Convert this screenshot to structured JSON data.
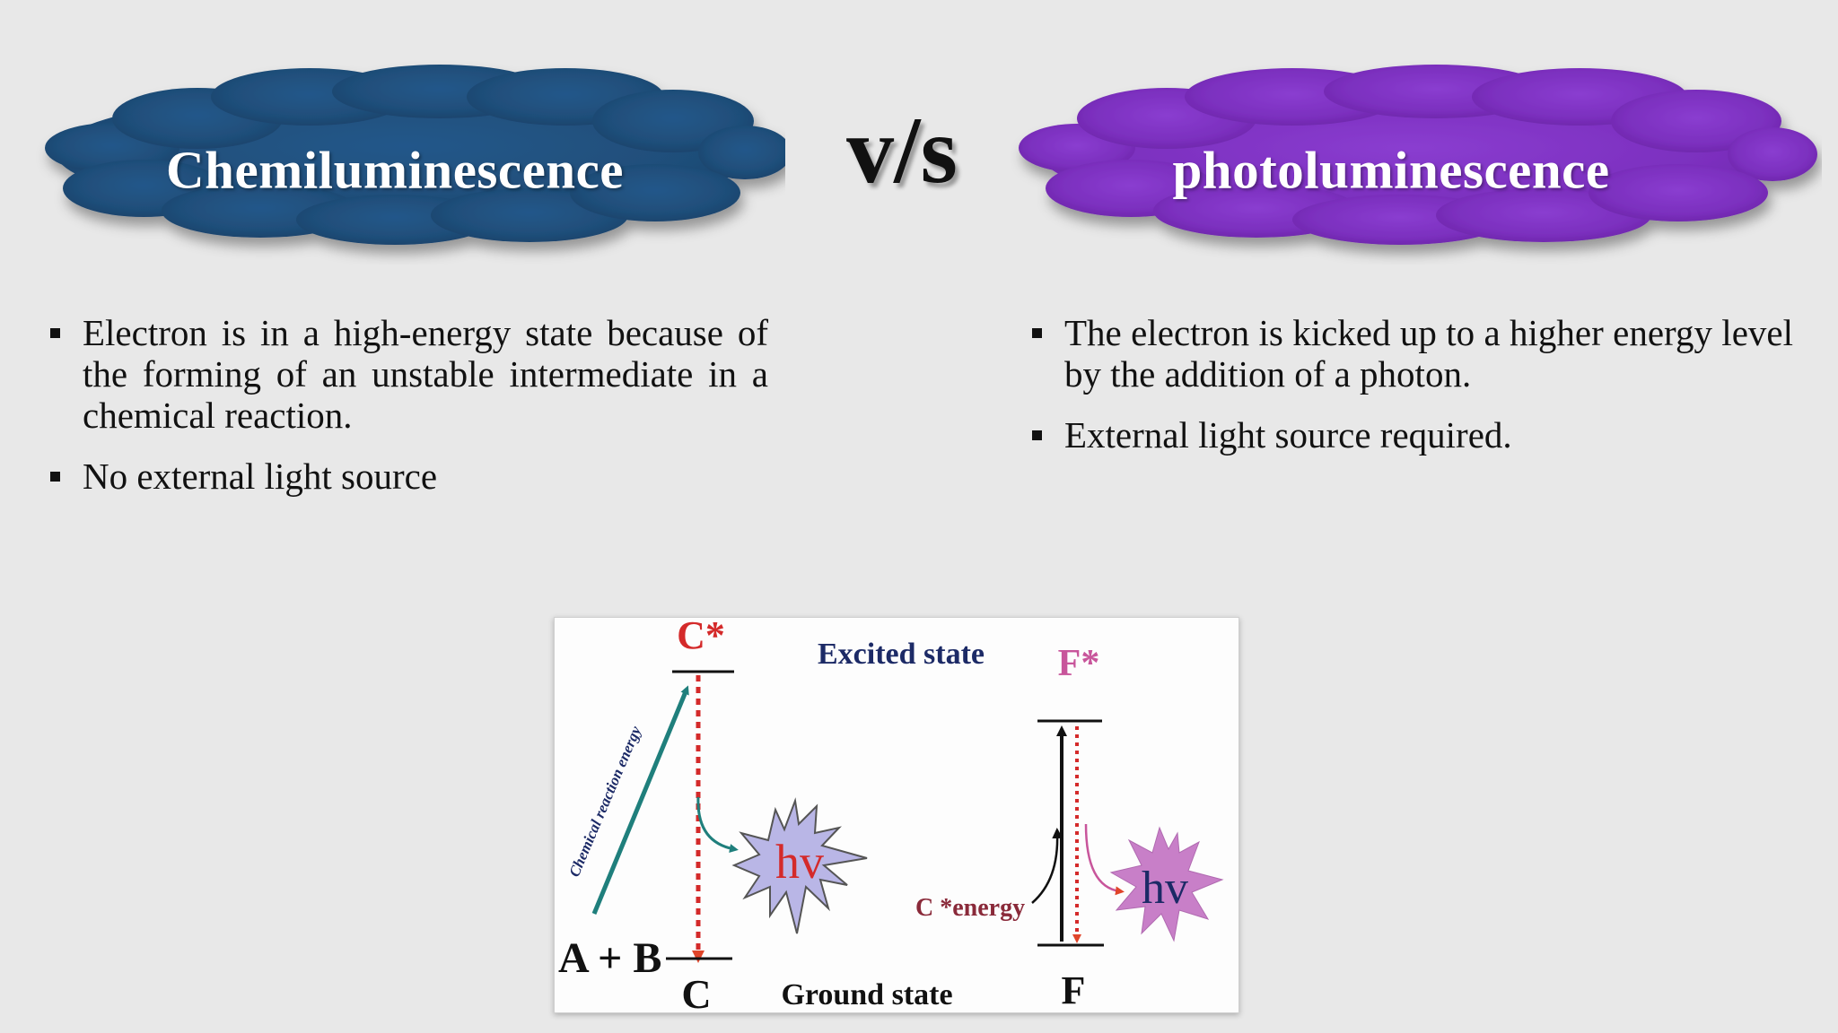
{
  "left_title": "Chemiluminescence",
  "vs_label": "v/s",
  "right_title": "photoluminescence",
  "left_points": [
    "Electron is in a high-energy state because of the forming of an unstable intermediate in a chemical reaction.",
    "No external light source"
  ],
  "right_points": [
    "The electron is kicked up to a higher energy level by the addition of a photon.",
    "External light source required."
  ],
  "diagram": {
    "c_star": "C*",
    "excited_state": "Excited state",
    "f_star": "F*",
    "chemical_reaction_energy": "Chemical reaction energy",
    "hv_left": "hv",
    "c_star_energy": "C *energy",
    "hv_right": "hv",
    "a_plus_b": "A + B",
    "c_label": "C",
    "ground_state": "Ground state",
    "f_label": "F"
  },
  "colors": {
    "left_cloud": "#1f4e79",
    "right_cloud": "#7b2fbe",
    "red_label": "#d42a2a",
    "pink_label": "#c8559b",
    "navy_label": "#1c2a66",
    "teal_arrow": "#1f7f7c"
  }
}
